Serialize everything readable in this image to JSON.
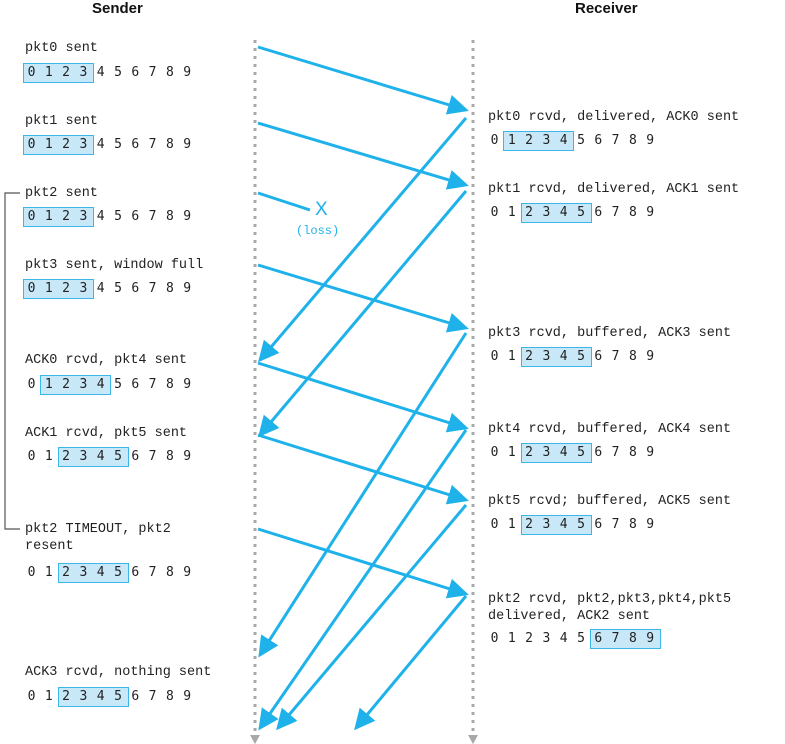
{
  "headers": {
    "sender": "Sender",
    "receiver": "Receiver"
  },
  "accent_color": "#1fb2ea",
  "window_fill": "#c8e8f8",
  "timeline_color": "#a8a8a8",
  "loss": {
    "mark": "X",
    "label": "(loss)"
  },
  "sender_events": [
    {
      "text": "pkt0 sent",
      "numbers": [
        "0",
        "1",
        "2",
        "3",
        "4",
        "5",
        "6",
        "7",
        "8",
        "9"
      ],
      "window": [
        0,
        3
      ]
    },
    {
      "text": "pkt1 sent",
      "numbers": [
        "0",
        "1",
        "2",
        "3",
        "4",
        "5",
        "6",
        "7",
        "8",
        "9"
      ],
      "window": [
        0,
        3
      ]
    },
    {
      "text": "pkt2 sent",
      "numbers": [
        "0",
        "1",
        "2",
        "3",
        "4",
        "5",
        "6",
        "7",
        "8",
        "9"
      ],
      "window": [
        0,
        3
      ]
    },
    {
      "text": "pkt3 sent, window full",
      "numbers": [
        "0",
        "1",
        "2",
        "3",
        "4",
        "5",
        "6",
        "7",
        "8",
        "9"
      ],
      "window": [
        0,
        3
      ]
    },
    {
      "text": "ACK0 rcvd, pkt4 sent",
      "numbers": [
        "0",
        "1",
        "2",
        "3",
        "4",
        "5",
        "6",
        "7",
        "8",
        "9"
      ],
      "window": [
        1,
        4
      ]
    },
    {
      "text": "ACK1 rcvd, pkt5 sent",
      "numbers": [
        "0",
        "1",
        "2",
        "3",
        "4",
        "5",
        "6",
        "7",
        "8",
        "9"
      ],
      "window": [
        2,
        5
      ]
    },
    {
      "text": "pkt2 TIMEOUT, pkt2\nresent",
      "numbers": [
        "0",
        "1",
        "2",
        "3",
        "4",
        "5",
        "6",
        "7",
        "8",
        "9"
      ],
      "window": [
        2,
        5
      ]
    },
    {
      "text": "ACK3 rcvd, nothing sent",
      "numbers": [
        "0",
        "1",
        "2",
        "3",
        "4",
        "5",
        "6",
        "7",
        "8",
        "9"
      ],
      "window": [
        2,
        5
      ]
    }
  ],
  "receiver_events": [
    {
      "text": "pkt0 rcvd, delivered, ACK0 sent",
      "numbers": [
        "0",
        "1",
        "2",
        "3",
        "4",
        "5",
        "6",
        "7",
        "8",
        "9"
      ],
      "window": [
        1,
        4
      ]
    },
    {
      "text": "pkt1 rcvd, delivered, ACK1 sent",
      "numbers": [
        "0",
        "1",
        "2",
        "3",
        "4",
        "5",
        "6",
        "7",
        "8",
        "9"
      ],
      "window": [
        2,
        5
      ]
    },
    {
      "text": "pkt3 rcvd, buffered, ACK3 sent",
      "numbers": [
        "0",
        "1",
        "2",
        "3",
        "4",
        "5",
        "6",
        "7",
        "8",
        "9"
      ],
      "window": [
        2,
        5
      ]
    },
    {
      "text": "pkt4 rcvd, buffered, ACK4 sent",
      "numbers": [
        "0",
        "1",
        "2",
        "3",
        "4",
        "5",
        "6",
        "7",
        "8",
        "9"
      ],
      "window": [
        2,
        5
      ]
    },
    {
      "text": "pkt5 rcvd; buffered, ACK5 sent",
      "numbers": [
        "0",
        "1",
        "2",
        "3",
        "4",
        "5",
        "6",
        "7",
        "8",
        "9"
      ],
      "window": [
        2,
        5
      ]
    },
    {
      "text": "pkt2 rcvd, pkt2,pkt3,pkt4,pkt5\ndelivered, ACK2 sent",
      "numbers": [
        "0",
        "1",
        "2",
        "3",
        "4",
        "5",
        "6",
        "7",
        "8",
        "9"
      ],
      "window": [
        6,
        9
      ]
    }
  ]
}
